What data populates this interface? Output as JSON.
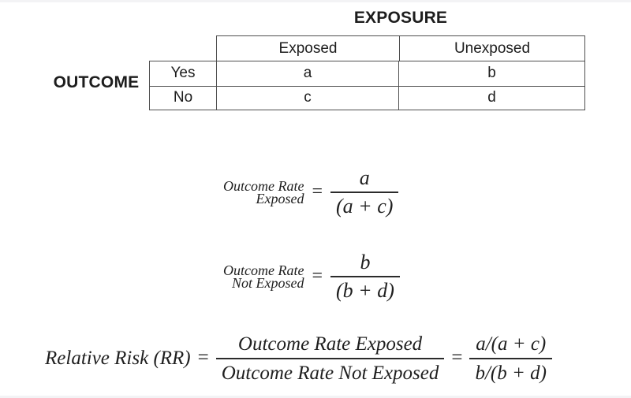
{
  "page": {
    "background": "#ffffff",
    "edge_color": "#f3f3f5",
    "text_color": "#1d1d1d",
    "table_border_color": "#4f4f4f"
  },
  "table": {
    "exposure_header": "EXPOSURE",
    "outcome_header": "OUTCOME",
    "column_headers": [
      "Exposed",
      "Unexposed"
    ],
    "rows": [
      {
        "label": "Yes",
        "exposed": "a",
        "unexposed": "b"
      },
      {
        "label": "No",
        "exposed": "c",
        "unexposed": "d"
      }
    ]
  },
  "formulas": {
    "outcome_rate_exposed": {
      "label_line1": "Outcome Rate",
      "label_line2": "Exposed",
      "equals": "=",
      "numerator": "a",
      "denominator": "(a + c)"
    },
    "outcome_rate_not_exposed": {
      "label_line1": "Outcome Rate",
      "label_line2": "Not Exposed",
      "equals": "=",
      "numerator": "b",
      "denominator": "(b + d)"
    },
    "relative_risk": {
      "label": "Relative Risk (RR)",
      "equals_1": "=",
      "fraction_1": {
        "numerator": "Outcome Rate Exposed",
        "denominator": "Outcome Rate Not Exposed"
      },
      "equals_2": "=",
      "fraction_2": {
        "numerator": "a/(a + c)",
        "denominator": "b/(b + d)"
      }
    }
  }
}
